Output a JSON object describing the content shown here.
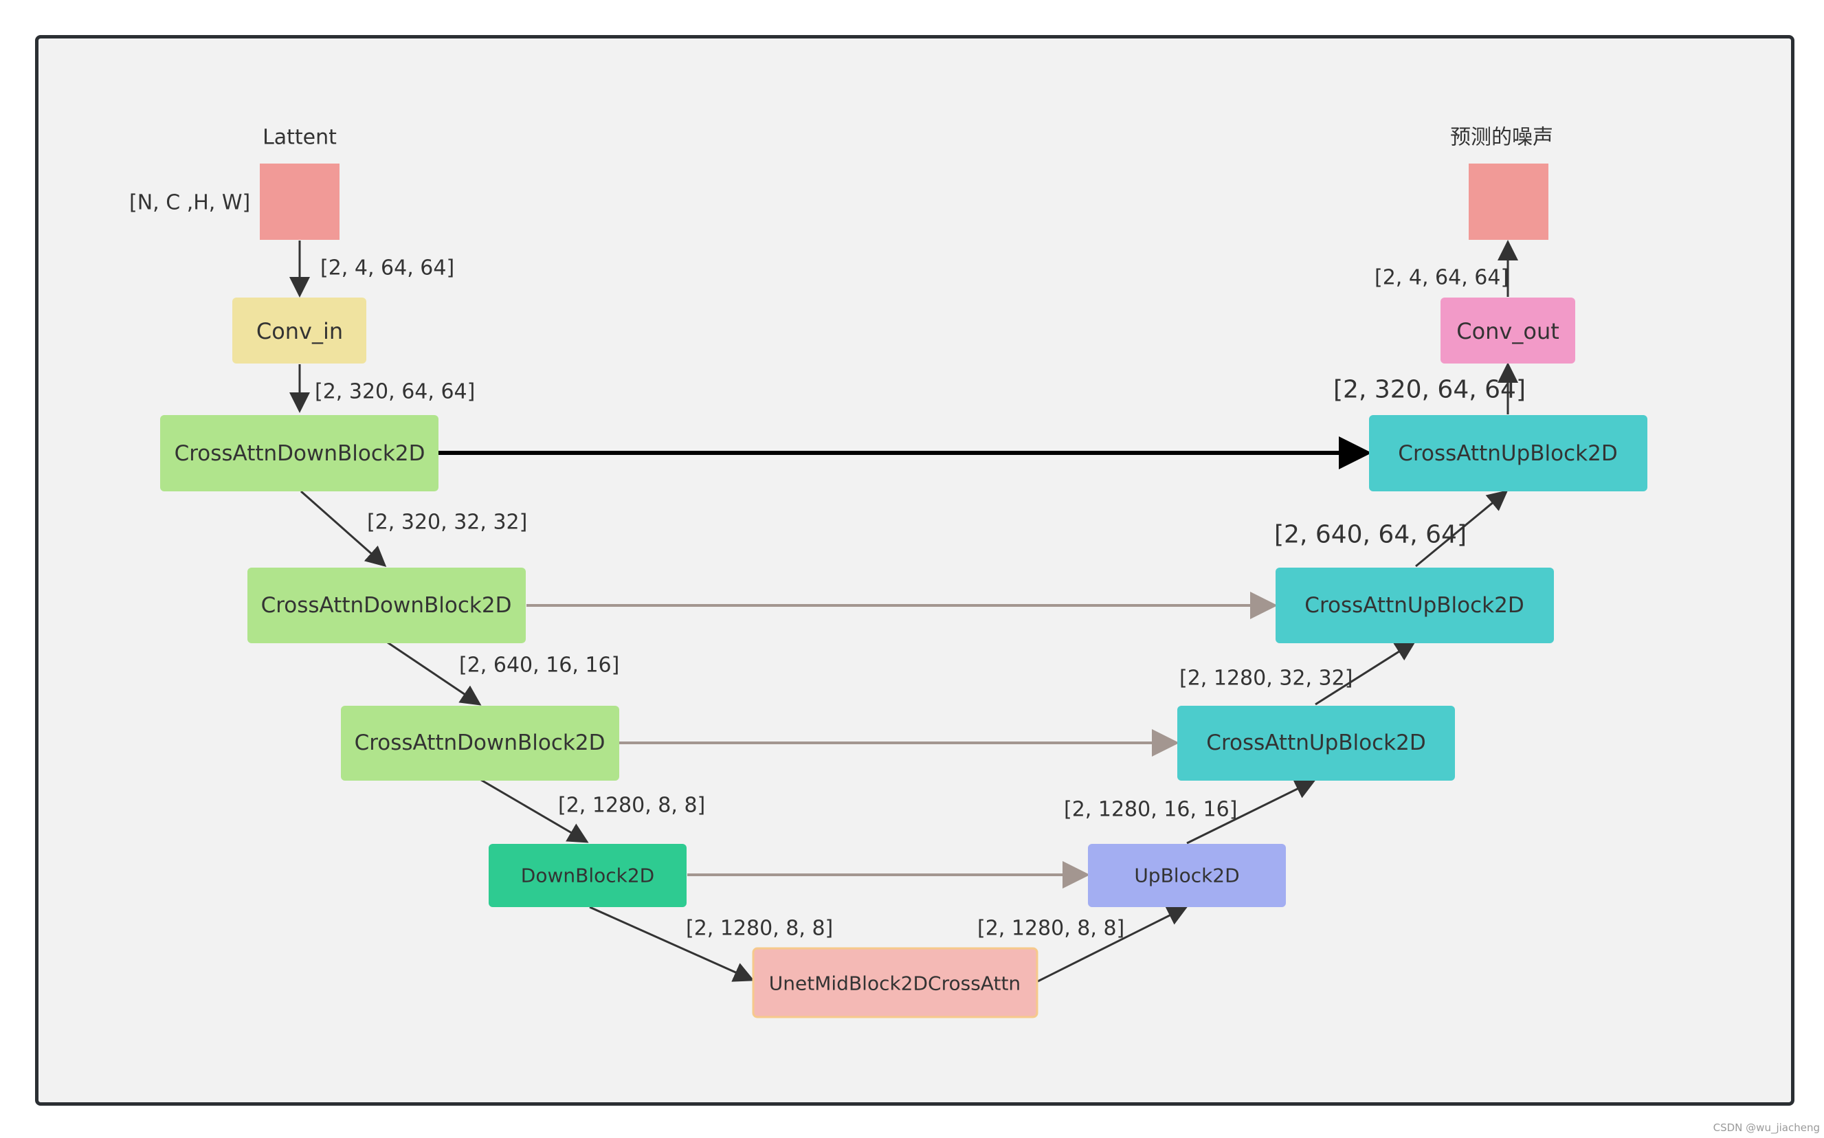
{
  "colors": {
    "frame_bg": "#f2f2f2",
    "frame_border": "#2b2f33",
    "tensor": "#f19a97",
    "conv_in": "#f0e3a0",
    "conv_out": "#f29ac8",
    "down_block": "#b0e48c",
    "down_block_plain": "#2ecb91",
    "up_block": "#4ccccc",
    "up_block_plain": "#a3aef2",
    "mid_block": "#f4b9b5",
    "mid_block_border": "#f6c98c",
    "edge_dark": "#333333",
    "edge_skip": "#a39690",
    "edge_skip_main": "#000000"
  },
  "nodes": {
    "input_title": "Lattent",
    "input_shape": "[N, C ,H, W]",
    "output_title": "预测的噪声",
    "conv_in": "Conv_in",
    "down1": "CrossAttnDownBlock2D",
    "down2": "CrossAttnDownBlock2D",
    "down3": "CrossAttnDownBlock2D",
    "down4": "DownBlock2D",
    "mid": "UnetMidBlock2DCrossAttn",
    "up1": "UpBlock2D",
    "up2": "CrossAttnUpBlock2D",
    "up3": "CrossAttnUpBlock2D",
    "up4": "CrossAttnUpBlock2D",
    "conv_out": "Conv_out"
  },
  "edges": {
    "latent_to_conv_in": "[2, 4, 64, 64]",
    "conv_in_to_down1": "[2, 320, 64, 64]",
    "down1_to_down2": "[2, 320, 32, 32]",
    "down2_to_down3": "[2, 640, 16, 16]",
    "down3_to_down4": "[2, 1280, 8, 8]",
    "down4_to_mid": "[2, 1280, 8, 8]",
    "mid_to_up1": "[2, 1280, 8, 8]",
    "up1_to_up2": "[2, 1280, 16, 16]",
    "up2_to_up3": "[2, 1280, 32, 32]",
    "up3_to_up4": "[2, 640, 64, 64]",
    "up4_to_conv_out": "[2, 320, 64, 64]",
    "conv_out_to_output": "[2, 4, 64, 64]"
  },
  "footer": {
    "credit": "CSDN @wu_jiacheng"
  }
}
